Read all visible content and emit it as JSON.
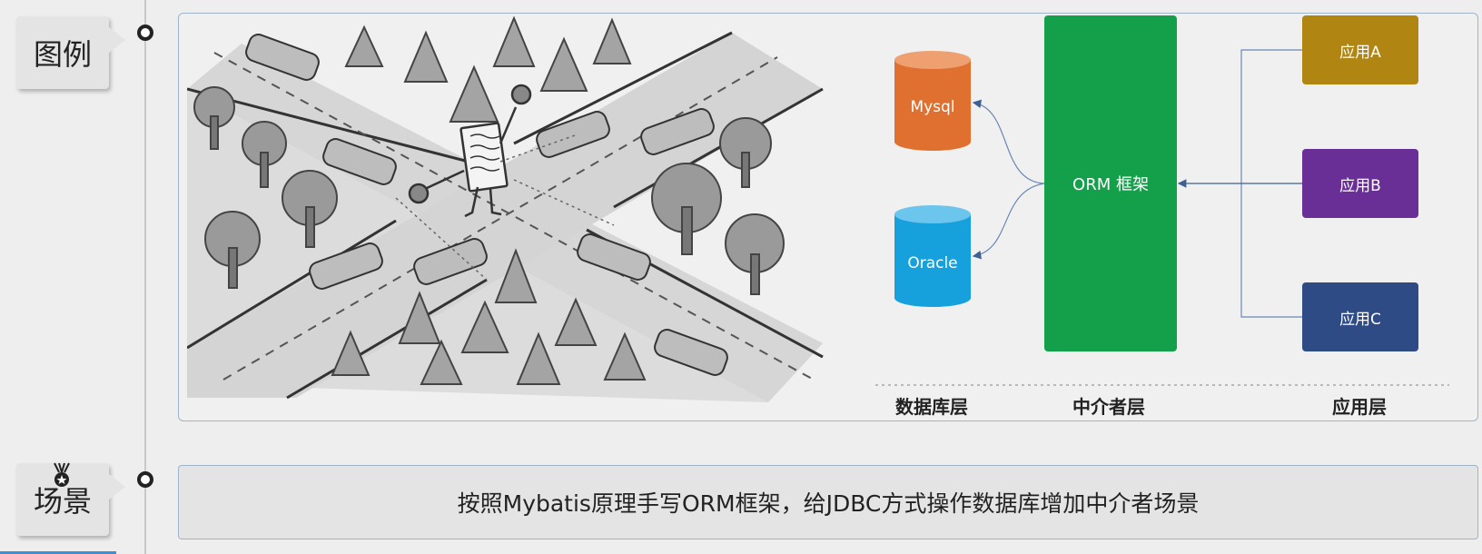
{
  "sidebar": {
    "legend_tag": "图例",
    "scene_tag": "场景"
  },
  "diagram": {
    "databases": [
      {
        "label": "Mysql",
        "color": "#e07030"
      },
      {
        "label": "Oracle",
        "color": "#16a1dc"
      }
    ],
    "middleware": {
      "label": "ORM 框架",
      "color": "#14a04a"
    },
    "apps": [
      {
        "label": "应用A",
        "color": "#b08512"
      },
      {
        "label": "应用B",
        "color": "#6a2f96"
      },
      {
        "label": "应用C",
        "color": "#2e4b85"
      }
    ],
    "layers": {
      "database": "数据库层",
      "middleware": "中介者层",
      "application": "应用层"
    }
  },
  "scene": {
    "text": "按照Mybatis原理手写ORM框架，给JDBC方式操作数据库增加中介者场景"
  },
  "icons": {
    "scene_medal": "medal-icon",
    "illustration": "intersection-traffic-controller-illustration"
  }
}
